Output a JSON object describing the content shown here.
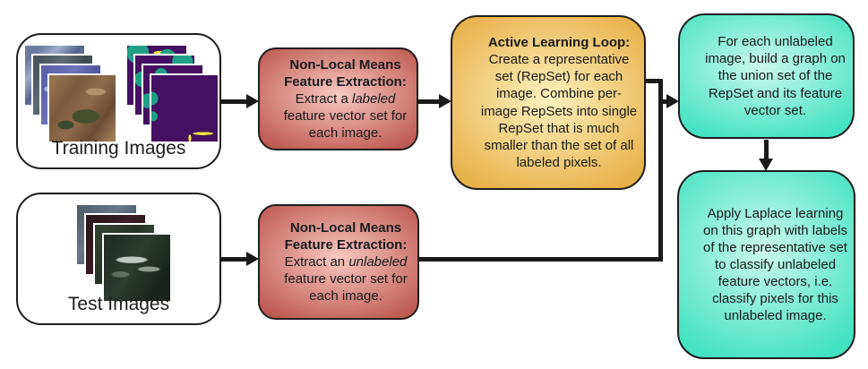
{
  "figure": {
    "type": "flowchart",
    "nodes": {
      "training_images": {
        "label": "Training Images"
      },
      "test_images": {
        "label": "Test Images"
      },
      "feature_extraction_labeled": {
        "heading": "Non-Local Means Feature Extraction:",
        "body_pre": "Extract a ",
        "body_italic": "labeled",
        "body_post": " feature vector set for each image."
      },
      "feature_extraction_unlabeled": {
        "heading": "Non-Local Means Feature Extraction:",
        "body_pre": "Extract an ",
        "body_italic": "unlabeled",
        "body_post": " feature vector set for each image."
      },
      "active_learning_loop": {
        "heading": "Active Learning Loop:",
        "body": "Create a representative set (RepSet) for each image. Combine per-image RepSets into single RepSet that is much smaller than the set of all labeled pixels."
      },
      "build_graph": {
        "body": "For each unlabeled image, build a graph on the union set of the RepSet and its feature vector set."
      },
      "laplace_learning": {
        "body": "Apply Laplace learning on this graph with labels of the representative set to classify unlabeled feature vectors, i.e. classify pixels for this unlabeled image."
      }
    },
    "colors": {
      "red_center": "#f7c9c2",
      "red_edge": "#bd5850",
      "yellow_center": "#fdf2c0",
      "yellow_edge": "#e8b14a",
      "teal_center": "#ccf9ec",
      "teal_edge": "#42e2c2",
      "outline": "#1e1e1e",
      "arrow": "#1a1a1a",
      "seg_purple": "#451062",
      "seg_teal": "#1fa187",
      "seg_yellow": "#f2e43c"
    }
  }
}
